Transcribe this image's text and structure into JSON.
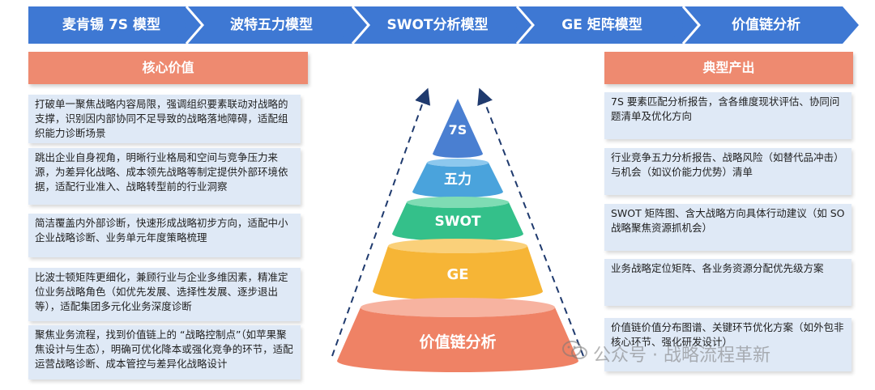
{
  "colors": {
    "chevron_blue": "#3e78d3",
    "header_salmon": "#ee8a70",
    "box_bg": "#dfe9f6",
    "tier_7s": "#4a7fd1",
    "tier_wuli": "#4aa3dc",
    "tier_swot": "#34c08a",
    "tier_ge": "#f6b536",
    "tier_value_chain": "#ef8265"
  },
  "chevrons": [
    "麦肯锡 7S 模型",
    "波特五力模型",
    "SWOT分析模型",
    "GE 矩阵模型",
    "价值链分析"
  ],
  "left": {
    "header": "核心价值",
    "items": [
      "打破单一聚焦战略内容局限，强调组织要素联动对战略的支撑，识别因内部协同不足导致的战略落地障碍，适配组织能力诊断场景",
      "跳出企业自身视角，明晰行业格局和空间与竞争压力来源，为差异化战略、成本领先战略等制定提供外部环境依据，适配行业准入、战略转型前的行业洞察",
      "简洁覆盖内外部诊断，快速形成战略初步方向，适配中小企业战略诊断、业务单元年度策略梳理",
      "比波士顿矩阵更细化，兼顾行业与企业多维因素，精准定位业务战略角色（如优先发展、选择性发展、逐步退出等），适配集团多元化业务深度诊断",
      "聚焦业务流程，找到价值链上的 “战略控制点”（如苹果聚焦设计与生态），明确可优化降本或强化竞争的环节，适配运营战略诊断、成本管控与差异化战略设计"
    ]
  },
  "pyramid": {
    "tiers": [
      "7S",
      "五力",
      "SWOT",
      "GE",
      "价值链分析"
    ]
  },
  "right": {
    "header": "典型产出",
    "items": [
      "7S 要素匹配分析报告，含各维度现状评估、协同问题清单及优化方向",
      "行业竞争五力分析报告、战略风险（如替代品冲击）与机会（如议价能力优势）清单",
      "SWOT 矩阵图、含大战略方向具体行动建议（如 SO 战略聚焦资源抓机会）",
      "业务战略定位矩阵、各业务资源分配优先级方案",
      "价值链价值分布图谱、关键环节优化方案（如外包非核心环节、强化研发设计）"
    ]
  },
  "watermark": "公众号 · 战略流程革新"
}
